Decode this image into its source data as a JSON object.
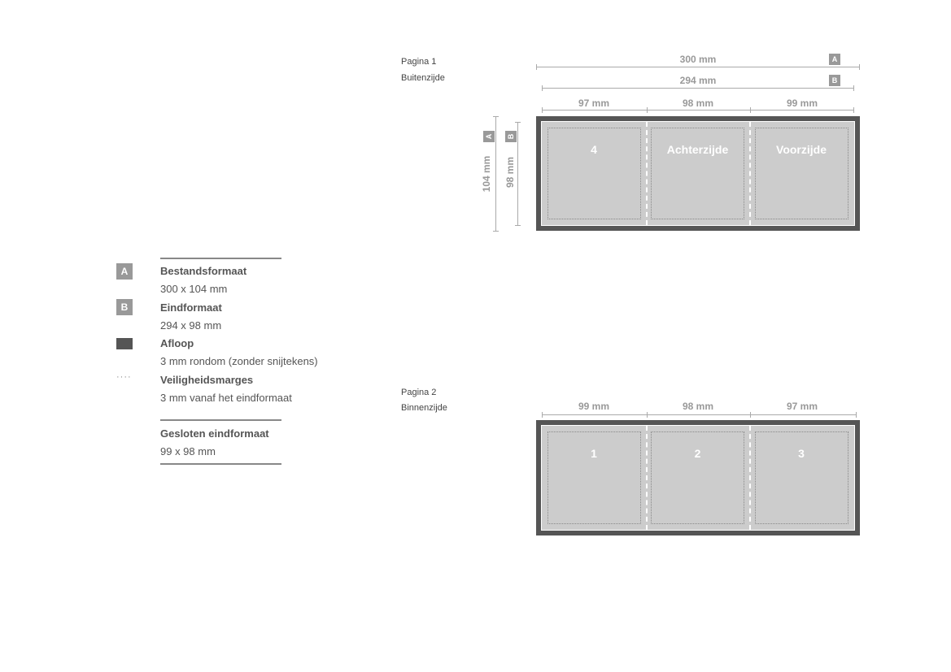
{
  "page1": {
    "title": "Pagina 1",
    "subtitle": "Buitenzijde",
    "width_a": "300 mm",
    "width_b": "294 mm",
    "height_a": "104 mm",
    "height_b": "98 mm",
    "badge_a": "A",
    "badge_b": "B",
    "panel_widths": [
      "97 mm",
      "98 mm",
      "99 mm"
    ],
    "panels": [
      "4",
      "Achterzijde",
      "Voorzijde"
    ]
  },
  "page2": {
    "title": "Pagina 2",
    "subtitle": "Binnenzijde",
    "panel_widths": [
      "99 mm",
      "98 mm",
      "97 mm"
    ],
    "panels": [
      "1",
      "2",
      "3"
    ]
  },
  "legend": {
    "a": {
      "badge": "A",
      "title": "Bestandsformaat",
      "value": "300 x 104 mm"
    },
    "b": {
      "badge": "B",
      "title": "Eindformaat",
      "value": "294 x 98 mm"
    },
    "bleed": {
      "title": "Afloop",
      "value": "3 mm rondom (zonder snijtekens)"
    },
    "safety": {
      "symbol": "····",
      "title": "Veiligheidsmarges",
      "value": "3 mm vanaf het eindformaat"
    },
    "closed": {
      "title": "Gesloten eindformaat",
      "value": "99 x 98 mm"
    }
  },
  "colors": {
    "bleed": "#555555",
    "trim": "#cccccc",
    "badge": "#999999"
  }
}
